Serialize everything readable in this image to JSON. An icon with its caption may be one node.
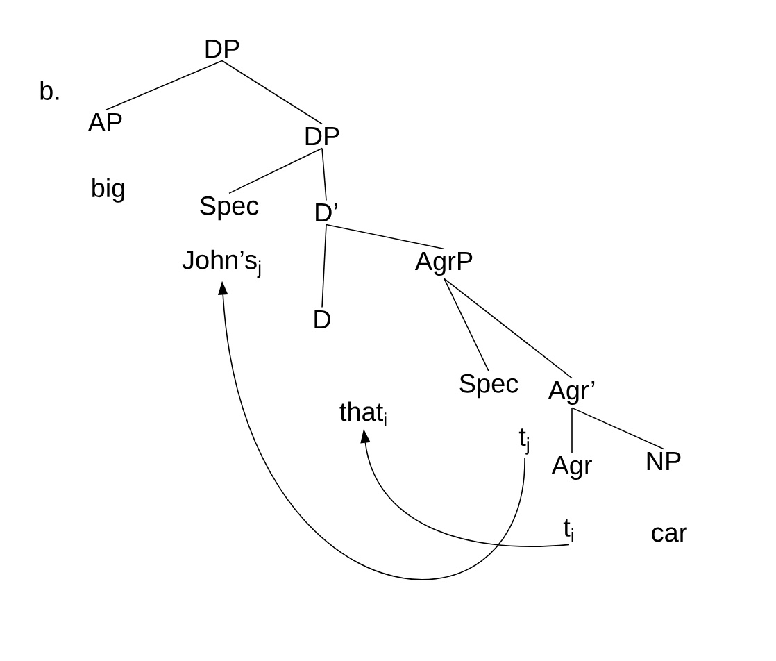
{
  "diagram": {
    "nodes": [
      {
        "text": [
          "DP"
        ]
      },
      {
        "text": [
          "AP"
        ]
      },
      {
        "text": [
          "DP"
        ]
      },
      {
        "text": [
          "Spec"
        ]
      },
      {
        "text": [
          "D’"
        ]
      },
      {
        "text": [
          "John’s$_{j}$"
        ]
      },
      {
        "text": [
          "D"
        ]
      },
      {
        "text": [
          "AgrP"
        ]
      },
      {
        "text": [
          "that$_{i}$"
        ]
      },
      {
        "text": [
          "Spec"
        ]
      },
      {
        "text": [
          "Agr’"
        ]
      },
      {
        "text": [
          "t$_{j}$"
        ]
      },
      {
        "text": [
          "Agr"
        ]
      },
      {
        "text": [
          "NP"
        ]
      },
      {
        "text": [
          "t$_{i}$"
        ]
      }
    ],
    "edges": [
      {
        "from": 0,
        "to": 1,
        "arrow": "none"
      },
      {
        "from": 0,
        "to": 2,
        "arrow": "none"
      },
      {
        "from": 2,
        "to": 3,
        "arrow": "none"
      },
      {
        "from": 2,
        "to": 4,
        "arrow": "none"
      },
      {
        "from": 4,
        "to": 6,
        "arrow": "none"
      },
      {
        "from": 4,
        "to": 7,
        "arrow": "none"
      },
      {
        "from": 7,
        "to": 9,
        "arrow": "none"
      },
      {
        "from": 7,
        "to": 10,
        "arrow": "none"
      },
      {
        "from": 10,
        "to": 12,
        "arrow": "none"
      },
      {
        "from": 10,
        "to": 13,
        "arrow": "none"
      },
      {
        "from": 11,
        "to": 5,
        "arrow": "to"
      },
      {
        "from": 14,
        "to": 8,
        "arrow": "to"
      }
    ],
    "labels": [
      "b.",
      "big",
      "car"
    ]
  }
}
